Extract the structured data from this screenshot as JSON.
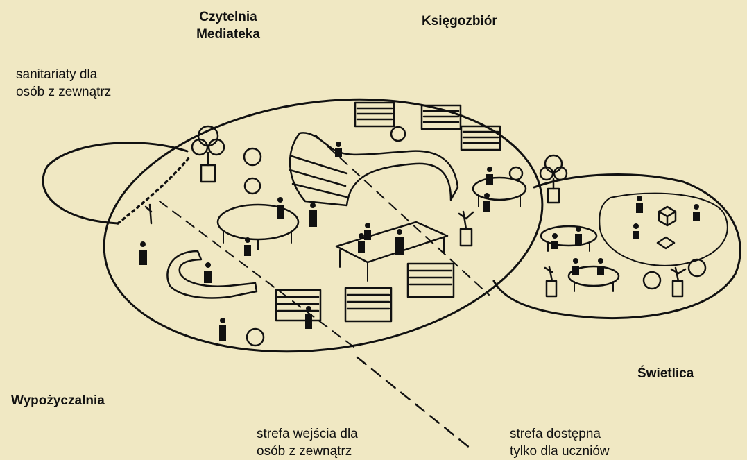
{
  "labels": {
    "czytelnia": "Czytelnia\nMediateka",
    "ksiegozbior": "Księgozbiór",
    "sanitariaty": "sanitariaty dla\nosób z zewnątrz",
    "swietlica": "Świetlica",
    "wypozyczalnia": "Wypożyczalnia",
    "strefa_wejscia": "strefa wejścia dla\nosób z zewnątrz",
    "strefa_dostepna": "strefa dostępna\ntylko dla uczniów"
  },
  "colors": {
    "background": "#f0e8c3",
    "ink": "#111111"
  }
}
